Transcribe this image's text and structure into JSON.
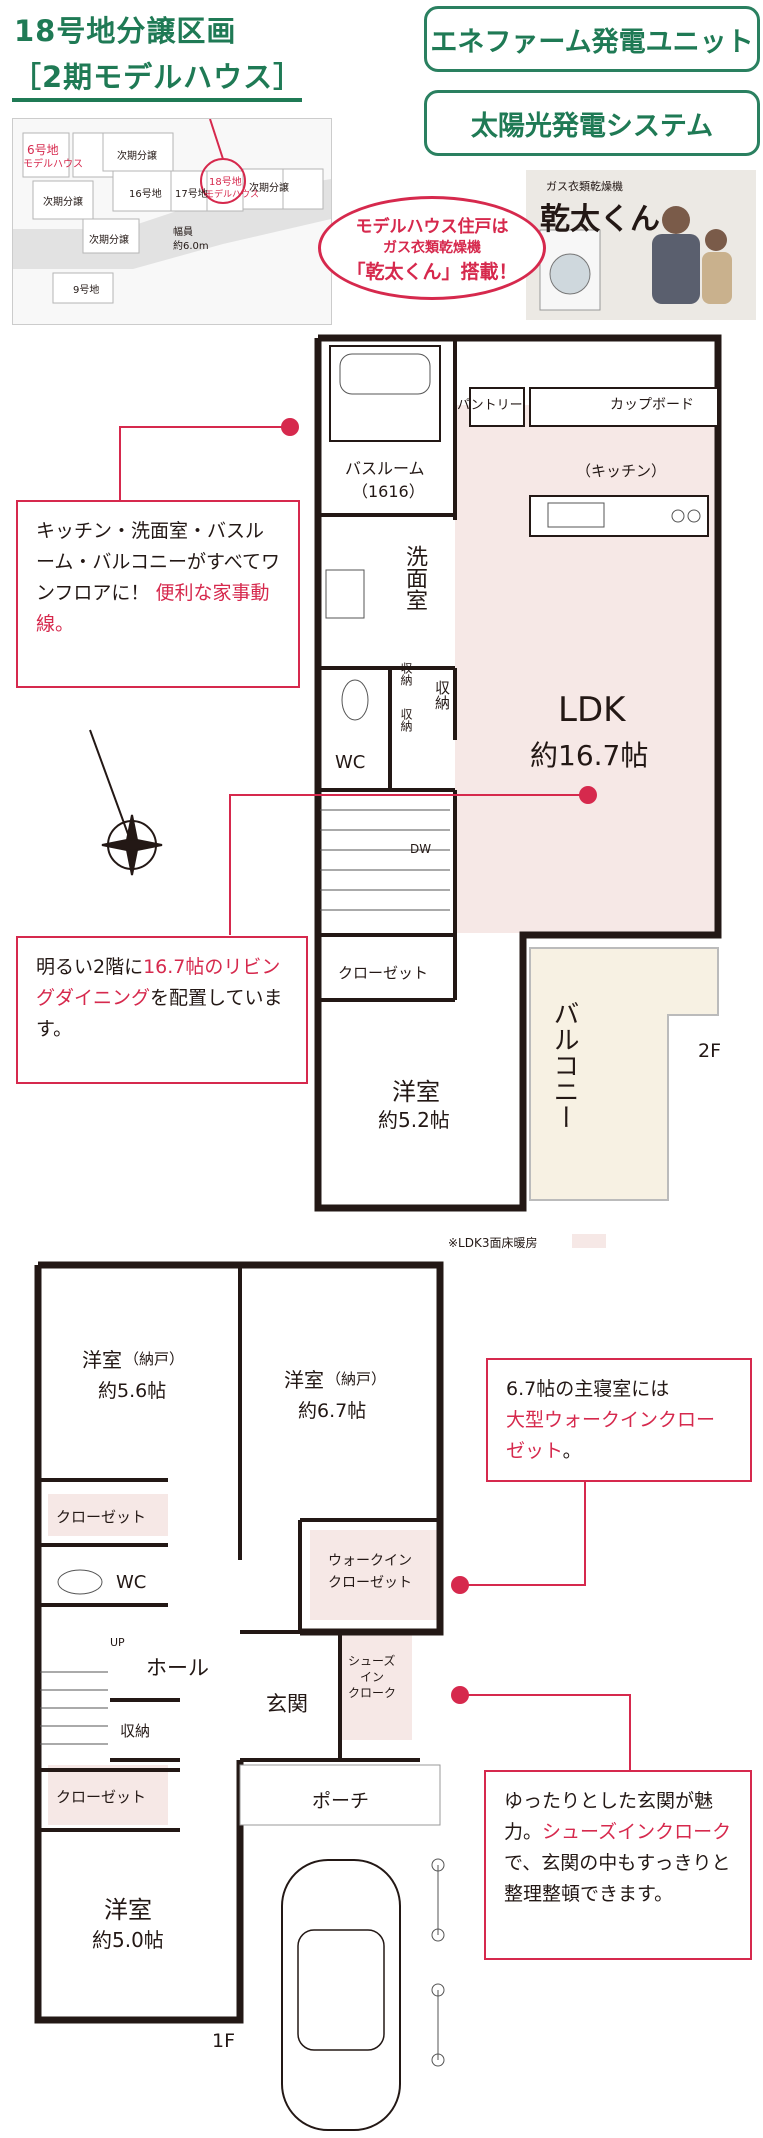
{
  "header": {
    "line1": "18号地分譲区画",
    "line2": "［2期モデルハウス］",
    "badge1": "エネファーム発電ユニット",
    "badge2": "太陽光発電システム"
  },
  "sitemap": {
    "lots": [
      "6号地",
      "モデルハウス",
      "次期分譲",
      "次期分譲",
      "次期分譲",
      "16号地",
      "17号地",
      "18号地",
      "モデルハウス",
      "次期分譲",
      "9号地"
    ],
    "road": "幅員",
    "road_width": "約6.0m"
  },
  "bubble": {
    "line1": "モデルハウス住戸は",
    "line2": "ガス衣類乾燥機",
    "line3": "「乾太くん」搭載！"
  },
  "photo": {
    "caption": "ガス衣類乾燥機",
    "brand": "乾太くん"
  },
  "callouts": {
    "kitchen": {
      "text": "キッチン・洗面室・バスルーム・バルコニーがすべてワンフロアに！",
      "highlight": "便利な家事動線。"
    },
    "living": {
      "pre": "明るい2階に",
      "highlight": "16.7帖のリビングダイニング",
      "post": "を配置しています。"
    },
    "bedroom": {
      "pre": "6.7帖の主寝室には",
      "highlight": "大型ウォークインクローゼット",
      "post": "。"
    },
    "entrance": {
      "pre": "ゆったりとした玄関が魅力。",
      "highlight": "シューズインクローク",
      "post": "で、玄関の中もすっきりと整理整頓できます。"
    }
  },
  "floor2": {
    "pantry": "パントリー",
    "cupboard": "カップボード",
    "kitchen": "（キッチン）",
    "bath": "バスルーム",
    "bath_size": "（1616）",
    "washroom": "洗面室",
    "storage1": "収納",
    "storage2": "収納",
    "storage3": "収納",
    "wc": "WC",
    "dw": "DW",
    "ldk": "LDK",
    "ldk_size": "約16.7帖",
    "closet": "クローゼット",
    "western": "洋室",
    "western_size": "約5.2帖",
    "balcony": "バルコニー",
    "floor": "2F",
    "note": "※LDK3面床暖房"
  },
  "floor1": {
    "room1": "洋室",
    "room1_sub": "（納戸）",
    "room1_size": "約5.6帖",
    "room2": "洋室",
    "room2_sub": "（納戸）",
    "room2_size": "約6.7帖",
    "closet1": "クローゼット",
    "wic": "ウォークイン",
    "wic2": "クローゼット",
    "wc": "WC",
    "up": "UP",
    "hall": "ホール",
    "entrance": "玄関",
    "shoes": "シューズ",
    "shoes2": "イン",
    "shoes3": "クローク",
    "storage": "収納",
    "closet2": "クローゼット",
    "porch": "ポーチ",
    "room3": "洋室",
    "room3_size": "約5.0帖",
    "floor": "1F"
  },
  "colors": {
    "green": "#1f7a55",
    "red": "#d6294d",
    "wall": "#231815",
    "floor_pink": "#f6e8e6",
    "balcony": "#f7f1e3"
  }
}
